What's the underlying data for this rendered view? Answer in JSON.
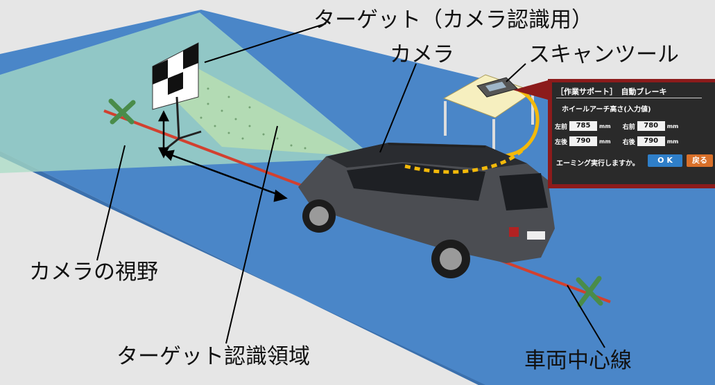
{
  "labels": {
    "target": "ターゲット（カメラ認識用）",
    "camera": "カメラ",
    "scan_tool": "スキャンツール",
    "camera_fov": "カメラの視野",
    "target_area": "ターゲット認識領域",
    "vehicle_center_line": "車両中心線"
  },
  "screen": {
    "title": "［作業サポート］　自動ブレーキ",
    "subtitle": "ホイールアーチ高さ(入力値)",
    "rows": [
      {
        "left_label": "左前",
        "left_value": "785",
        "left_unit": "mm",
        "right_label": "右前",
        "right_value": "780",
        "right_unit": "mm"
      },
      {
        "left_label": "左後",
        "left_value": "790",
        "left_unit": "mm",
        "right_label": "右後",
        "right_value": "790",
        "right_unit": "mm"
      }
    ],
    "question": "エーミング実行しますか。",
    "ok_label": "O K",
    "back_label": "戻る"
  },
  "colors": {
    "floor": "#4a86c8",
    "fov": "#a8d8c0",
    "center_line": "#d2402f",
    "marker": "#4a8c4a",
    "panel_frame": "#8c1b1b",
    "cable": "#f3b90a"
  }
}
